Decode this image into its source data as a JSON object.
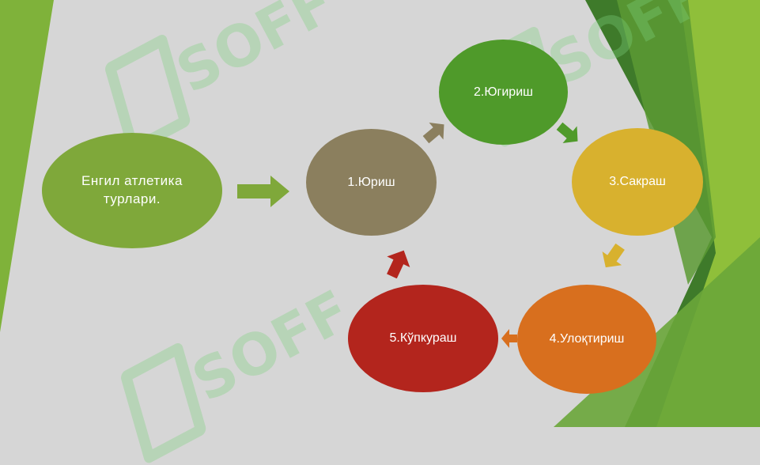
{
  "diagram": {
    "title_node": {
      "label": "Енгил атлетика турлари.",
      "color": "#7fa83a"
    },
    "nodes": [
      {
        "label": "1.Юриш",
        "color": "#8b7f5e"
      },
      {
        "label": "2.Югириш",
        "color": "#4f9a2a"
      },
      {
        "label": "3.Сакраш",
        "color": "#d8b12e"
      },
      {
        "label": "4.Улоқтириш",
        "color": "#d86f1e"
      },
      {
        "label": "5.Кўпкураш",
        "color": "#b3251d"
      }
    ],
    "arrow_colors": {
      "main": "#7fa83a",
      "to_2": "#8b7f5e",
      "to_3": "#4f9a2a",
      "to_4": "#d8b12e",
      "to_5": "#d86f1e",
      "to_1": "#b3251d"
    }
  },
  "watermark": {
    "text": "SOFF",
    "color": "#7ed27e"
  },
  "theme": {
    "background": "#d6d6d6",
    "accent_left": "#7fb23a",
    "accent_right_dark": "#3e7a2a",
    "accent_right_light": "#8fbf3a"
  }
}
